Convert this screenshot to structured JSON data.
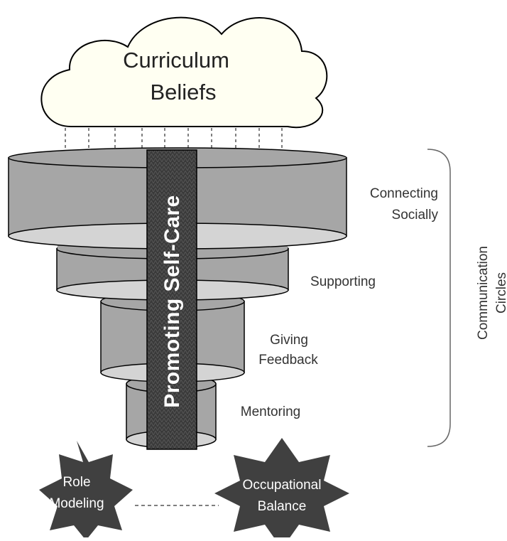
{
  "cloud": {
    "line1": "Curriculum",
    "line2": "Beliefs"
  },
  "pillar": {
    "label": "Promoting Self-Care"
  },
  "tiers": [
    {
      "lines": [
        "Connecting",
        "Socially"
      ]
    },
    {
      "lines": [
        "Supporting"
      ]
    },
    {
      "lines": [
        "Giving",
        "Feedback"
      ]
    },
    {
      "lines": [
        "Mentoring"
      ]
    }
  ],
  "bracket": {
    "line1": "Communication",
    "line2": "Circles"
  },
  "stars": [
    {
      "line1": "Role",
      "line2": "Modeling"
    },
    {
      "line1": "Occupational",
      "line2": "Balance"
    }
  ],
  "colors": {
    "tier_side": "#a6a6a6",
    "tier_top": "#d4d4d4",
    "pillar": "#3c3c3c",
    "star": "#404040",
    "cloud_fill": "#fffff2"
  }
}
